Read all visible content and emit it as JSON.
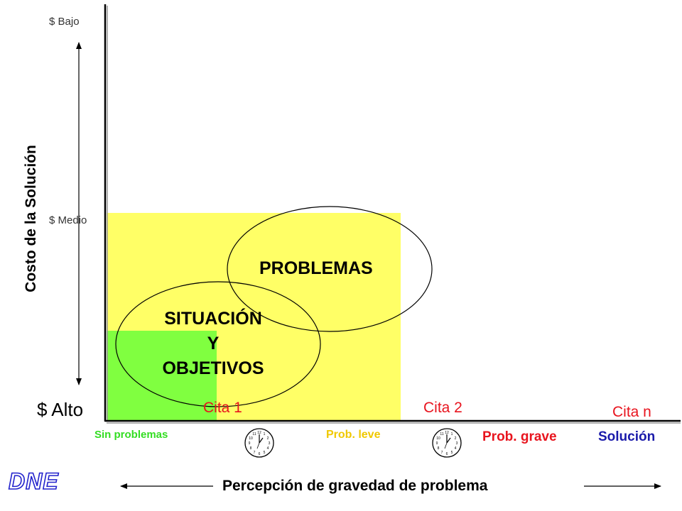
{
  "y_axis": {
    "title": "Costo de la Solución",
    "levels": {
      "low": "$ Bajo",
      "medium": "$ Medio",
      "high": "$ Alto"
    }
  },
  "x_axis": {
    "title": "Percepción de gravedad de problema",
    "categories": {
      "none": "Sin problemas",
      "mild": "Prob. leve",
      "severe": "Prob. grave",
      "solution": "Solución"
    }
  },
  "appointments": {
    "first": "Cita 1",
    "second": "Cita 2",
    "nth": "Cita n"
  },
  "regions": {
    "problems": "PROBLEMAS",
    "situation": {
      "line1": "SITUACIÓN",
      "line2": "Y",
      "line3": "OBJETIVOS"
    }
  },
  "logo": "DNE",
  "icons": {
    "clock1": "clock-icon",
    "clock2": "clock-icon"
  },
  "colors": {
    "yellow_zone": "#ffff66",
    "green_zone": "#80ff40",
    "appointment_text": "#e8141e",
    "no_problem_text": "#33dd22",
    "mild_text": "#f0c800",
    "severe_text": "#e8141e",
    "solution_text": "#1a1aaa",
    "logo_outline": "#2222cc"
  }
}
